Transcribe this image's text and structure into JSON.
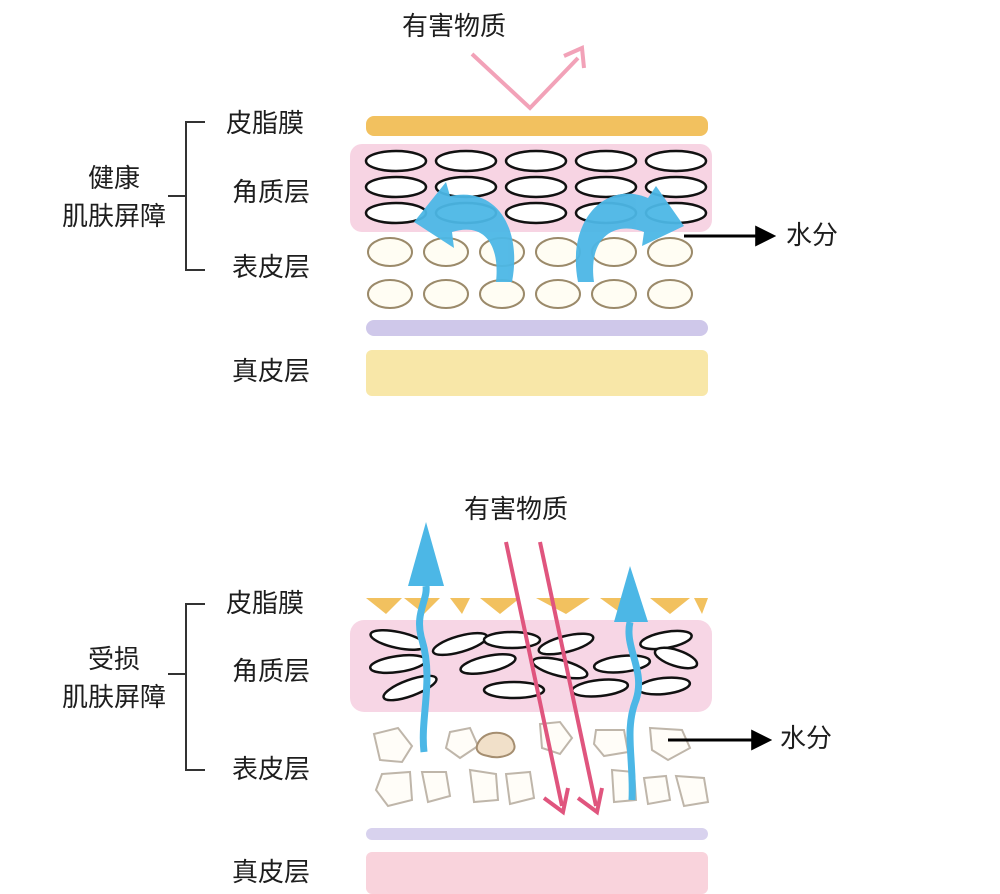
{
  "healthy": {
    "group_label_line1": "健康",
    "group_label_line2": "肌肤屏障",
    "layers": {
      "sebum": "皮脂膜",
      "stratum_corneum": "角质层",
      "epidermis": "表皮层",
      "dermis": "真皮层"
    },
    "harmful_label": "有害物质",
    "water_label": "水分"
  },
  "damaged": {
    "group_label_line1": "受损",
    "group_label_line2": "肌肤屏障",
    "layers": {
      "sebum": "皮脂膜",
      "stratum_corneum": "角质层",
      "epidermis": "表皮层",
      "dermis": "真皮层"
    },
    "harmful_label": "有害物质",
    "water_label": "水分"
  },
  "colors": {
    "sebum": "#f2c15f",
    "stratum_corneum": "#f6cfe0",
    "basal_line": "#cfc8ea",
    "dermis_healthy": "#f8e7a8",
    "dermis_damaged": "#f9d3dc",
    "water_arrow": "#4cb7e6",
    "harmful_arrow_healthy": "#ee7fa0",
    "harmful_arrow_damaged": "#e0557e"
  },
  "icons": {
    "bracket": "bracket-icon",
    "water": "water-arrow-icon",
    "harmful": "harmful-arrow-icon"
  }
}
